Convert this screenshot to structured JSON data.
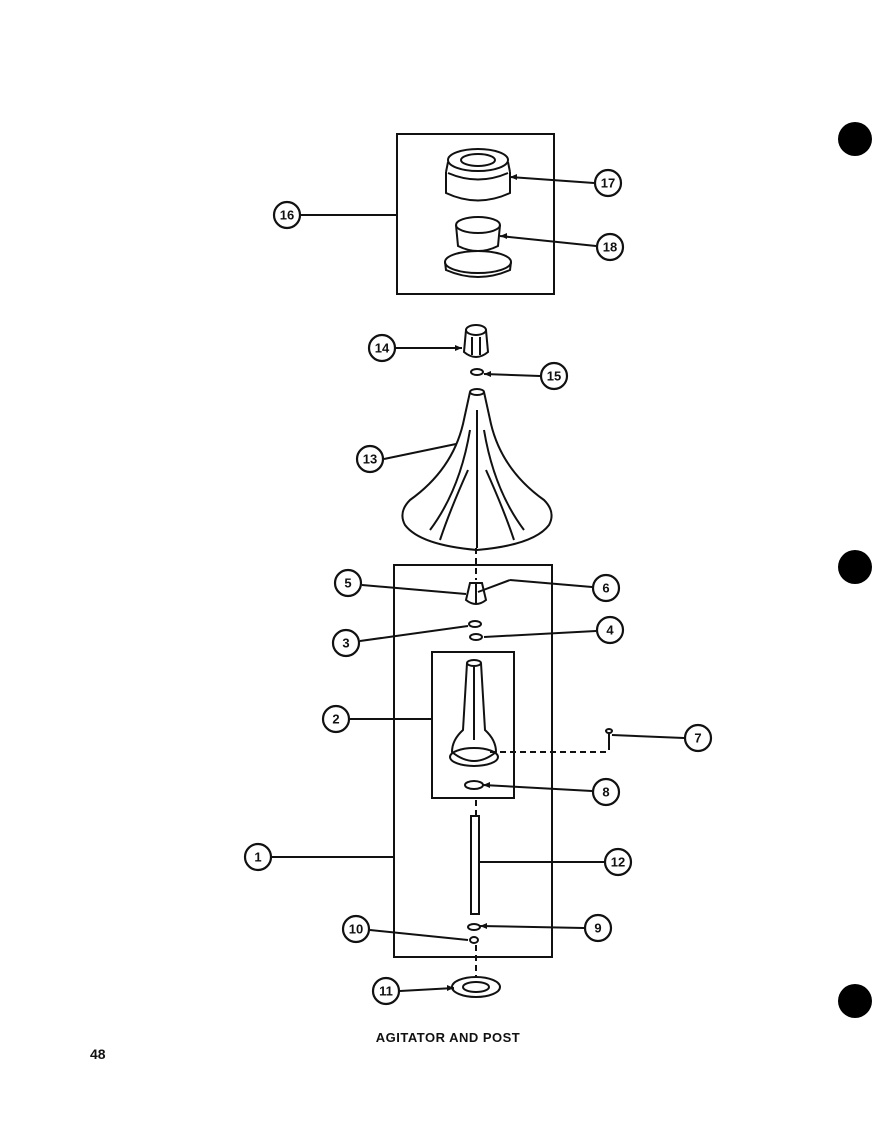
{
  "caption": "AGITATOR AND POST",
  "page_number": "48",
  "callouts": [
    "1",
    "2",
    "3",
    "4",
    "5",
    "6",
    "7",
    "8",
    "9",
    "10",
    "11",
    "12",
    "13",
    "14",
    "15",
    "16",
    "17",
    "18"
  ]
}
